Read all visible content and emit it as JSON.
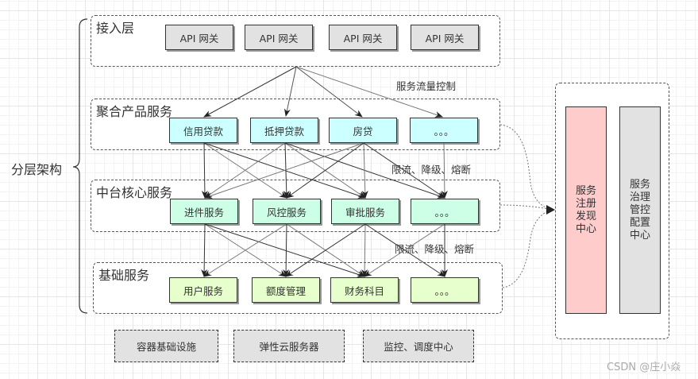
{
  "left_label": "分层架构",
  "layers": {
    "access": {
      "title": "接入层",
      "nodes": [
        "API 网关",
        "API 网关",
        "API 网关",
        "API 网关"
      ]
    },
    "product": {
      "title": "聚合产品服务",
      "nodes": [
        "信用贷款",
        "抵押贷款",
        "房贷",
        "。。。"
      ]
    },
    "core": {
      "title": "中台核心服务",
      "nodes": [
        "进件服务",
        "风控服务",
        "审批服务",
        "。。。"
      ]
    },
    "base": {
      "title": "基础服务",
      "nodes": [
        "用户服务",
        "额度管理",
        "财务科目",
        "。。。"
      ]
    }
  },
  "notes": {
    "traffic_control": "服务流量控制",
    "degrade_1": "限流、降级、熔断",
    "degrade_2": "限流、降级、熔断"
  },
  "infra": [
    "容器基础设施",
    "弹性云服务器",
    "监控、调度中心"
  ],
  "side": {
    "registry": "服务\n注册\n发现\n中心",
    "governance": "服务\n治理\n管控\n配置\n中心"
  },
  "watermark": "CSDN @庄小焱",
  "colors": {
    "gateway": "#e2e2e2",
    "product": "#ccffff",
    "core": "#ccffe6",
    "base": "#e6ffcc",
    "registry": "#ffcccc",
    "governance": "#e2e2e2"
  }
}
